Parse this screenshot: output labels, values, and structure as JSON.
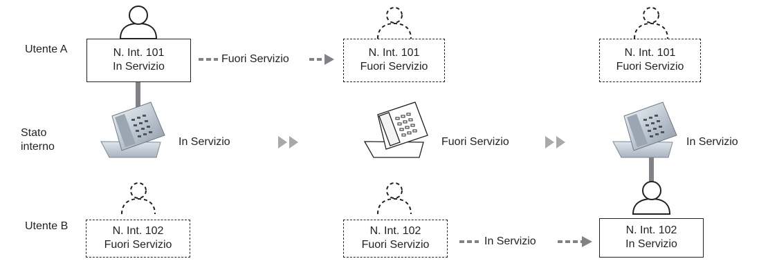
{
  "row_labels": {
    "user_a": "Utente A",
    "status_line1": "Stato",
    "status_line2": "interno",
    "user_b": "Utente B"
  },
  "user_a": {
    "stage1": {
      "ext": "N. Int. 101",
      "status": "In Servizio"
    },
    "stage2": {
      "ext": "N. Int. 101",
      "status": "Fuori Servizio"
    },
    "stage3": {
      "ext": "N. Int. 101",
      "status": "Fuori Servizio"
    },
    "transition": "Fuori Servizio"
  },
  "extension_status": {
    "stage1": "In Servizio",
    "stage2": "Fuori Servizio",
    "stage3": "In Servizio"
  },
  "user_b": {
    "stage1": {
      "ext": "N. Int. 102",
      "status": "Fuori Servizio"
    },
    "stage2": {
      "ext": "N. Int. 102",
      "status": "Fuori Servizio"
    },
    "stage3": {
      "ext": "N. Int. 102",
      "status": "In Servizio"
    },
    "transition": "In Servizio"
  }
}
